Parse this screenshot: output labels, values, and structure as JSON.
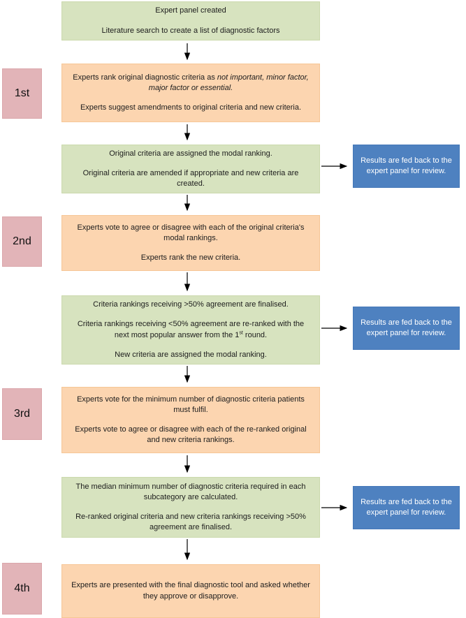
{
  "colors": {
    "green_box": "#d7e3bf",
    "orange_box": "#fcd5b0",
    "stage_box": "#e2b4b8",
    "feedback_box": "#4e81c0",
    "feedback_text": "#ffffff",
    "body_text": "#1c1c1c",
    "arrow": "#000000"
  },
  "stages": [
    "1st",
    "2nd",
    "3rd",
    "4th"
  ],
  "feedback": {
    "text": "Results are fed back to the expert panel for review."
  },
  "boxes": {
    "b0": {
      "p1": "Expert panel created",
      "p2": "Literature search to create a list of diagnostic factors"
    },
    "b1": {
      "p1a": "Experts rank original diagnostic criteria as ",
      "p1b_italic": "not important, minor factor, major factor or essential.",
      "p2": "Experts suggest amendments to original criteria and new criteria."
    },
    "b2": {
      "p1": "Original criteria are assigned the modal ranking.",
      "p2": "Original criteria are amended if appropriate and new criteria are created."
    },
    "b3": {
      "p1": "Experts vote to agree or disagree with each of the original criteria's modal rankings.",
      "p2": "Experts rank the new criteria."
    },
    "b4": {
      "p1": "Criteria rankings receiving >50% agreement are finalised.",
      "p2a": "Criteria rankings receiving <50% agreement are re-ranked with the next most popular answer from the 1",
      "p2sup": "st",
      "p2b": " round.",
      "p3": "New criteria are assigned the modal ranking."
    },
    "b5": {
      "p1": "Experts vote for the minimum number of diagnostic criteria patients must fulfil.",
      "p2": "Experts vote to agree or disagree with each of the re-ranked original and new criteria rankings."
    },
    "b6": {
      "p1": "The median minimum number of diagnostic criteria required in each subcategory are calculated.",
      "p2": "Re-ranked original criteria and new criteria rankings receiving >50% agreement are finalised."
    },
    "b7": {
      "p1": "Experts are presented with the final diagnostic tool and asked whether they approve or disapprove."
    }
  }
}
